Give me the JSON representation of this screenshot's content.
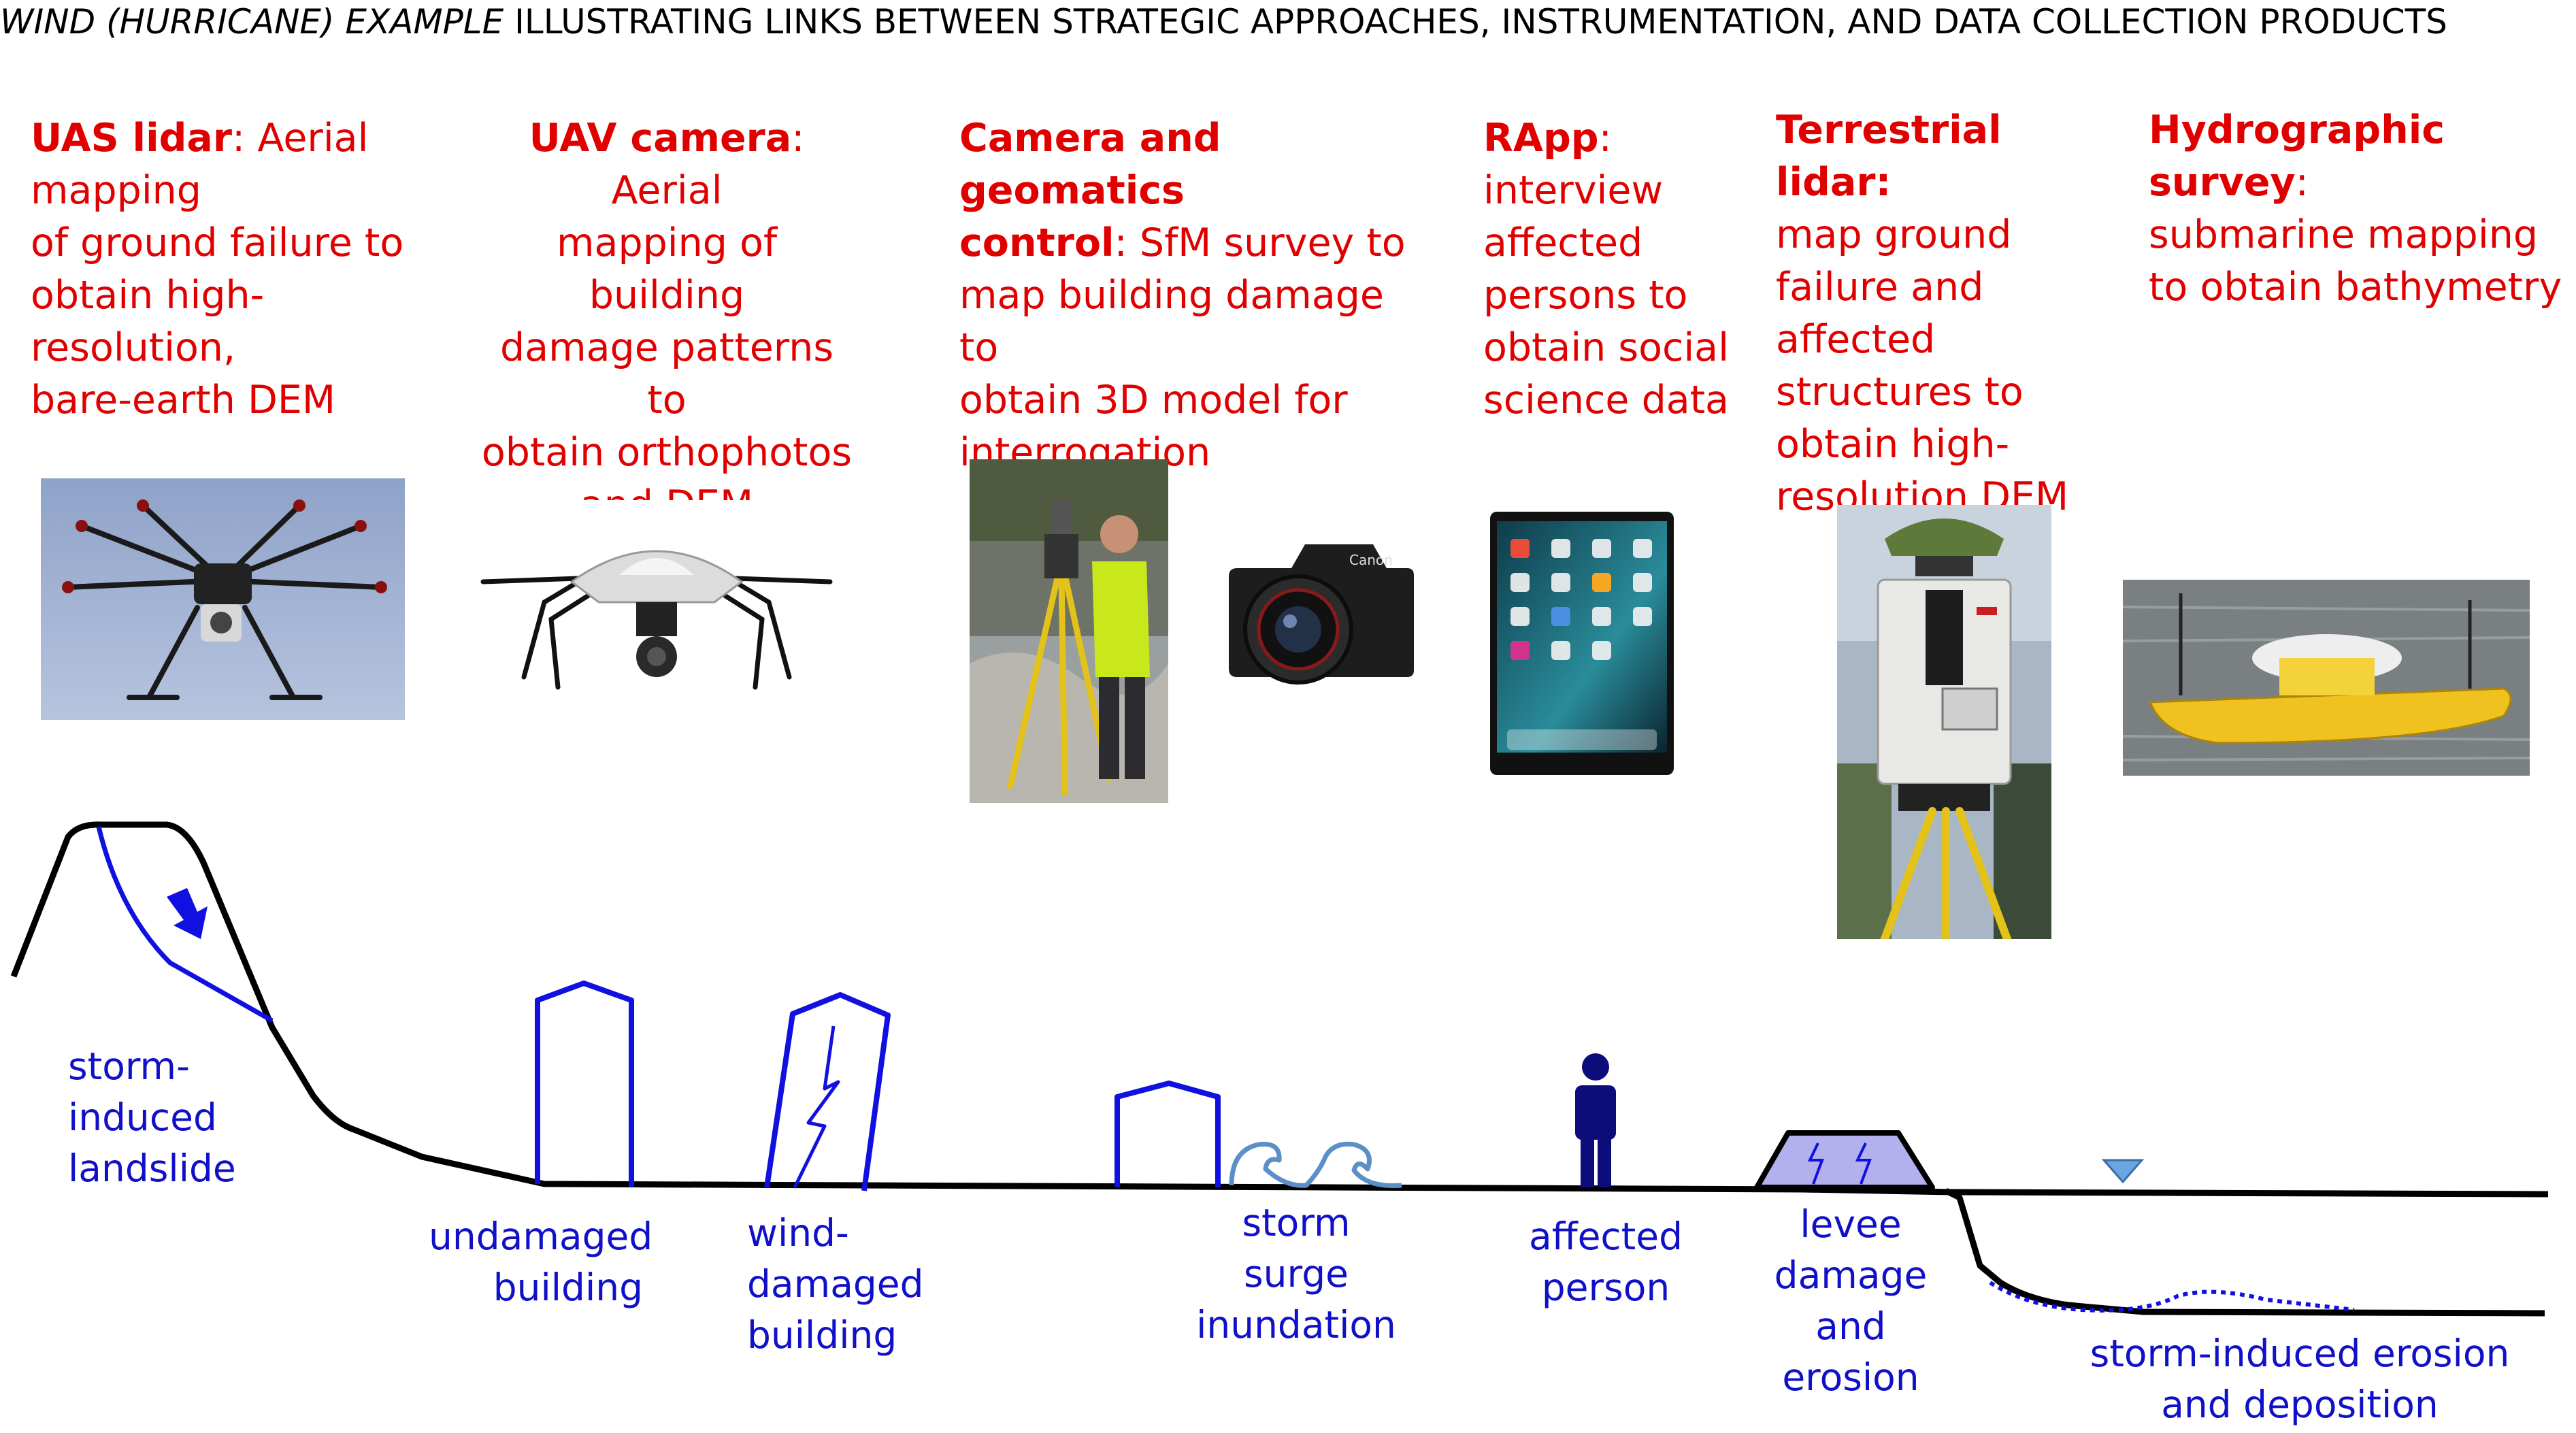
{
  "title": {
    "italic": "WIND (HURRICANE) EXAMPLE",
    "rest": " ILLUSTRATING LINKS BETWEEN STRATEGIC APPROACHES, INSTRUMENTATION, AND DATA COLLECTION PRODUCTS"
  },
  "methods": {
    "uas_lidar": {
      "name": "UAS lidar",
      "lines": [
        ": Aerial",
        "mapping",
        "of ground failure to",
        "obtain high-resolution,",
        "bare-earth DEM"
      ]
    },
    "uav_camera": {
      "name": "UAV camera",
      "lines": [
        ": Aerial",
        "mapping of building",
        "damage patterns to",
        "obtain orthophotos",
        "and DEM"
      ]
    },
    "camera_geomatics": {
      "name_1": "Camera and geomatics",
      "name_2": "control",
      "lines": [
        ": SfM survey to",
        "map building damage to",
        "obtain 3D model for",
        "interrogation"
      ]
    },
    "rapp": {
      "name": "RApp",
      "lines": [
        ":",
        "interview",
        "affected",
        "persons to",
        "obtain social",
        "science data"
      ]
    },
    "terrestrial_lidar": {
      "name": "Terrestrial lidar:",
      "lines": [
        "map ground",
        "failure and",
        "affected",
        "structures to",
        "obtain high-",
        "resolution DEM"
      ]
    },
    "hydrographic": {
      "name": "Hydrographic survey",
      "lines": [
        ":",
        "submarine mapping",
        "to obtain bathymetry"
      ]
    }
  },
  "photos": {
    "hexacopter": "hexacopter-drone-photo",
    "uav": "quadcopter-camera-drone-photo",
    "surveyor": "total-station-surveyor-photo",
    "dslr": "dslr-camera-photo",
    "tablet": "tablet-photo",
    "terrestrial_scanner": "terrestrial-laser-scanner-photo",
    "boat": "hydrographic-survey-boat-photo",
    "camera_brand": "Canon"
  },
  "labels": {
    "landslide": [
      "storm-",
      "induced",
      "landslide"
    ],
    "undamaged": [
      "undamaged",
      "building"
    ],
    "wind_damaged": [
      "wind-",
      "damaged",
      "building"
    ],
    "surge": [
      "storm surge",
      "inundation"
    ],
    "person": [
      "affected",
      "person"
    ],
    "levee": [
      "levee",
      "damage",
      "and erosion"
    ],
    "erosion": [
      "storm-induced erosion",
      "and deposition"
    ]
  },
  "colors": {
    "method_text": "#e00000",
    "label_text": "#1010c8",
    "sketch_blue": "#1010e0",
    "wave": "#5b8fc6",
    "levee_fill": "#b3b0ee",
    "water_marker": "#6aa6e0"
  }
}
